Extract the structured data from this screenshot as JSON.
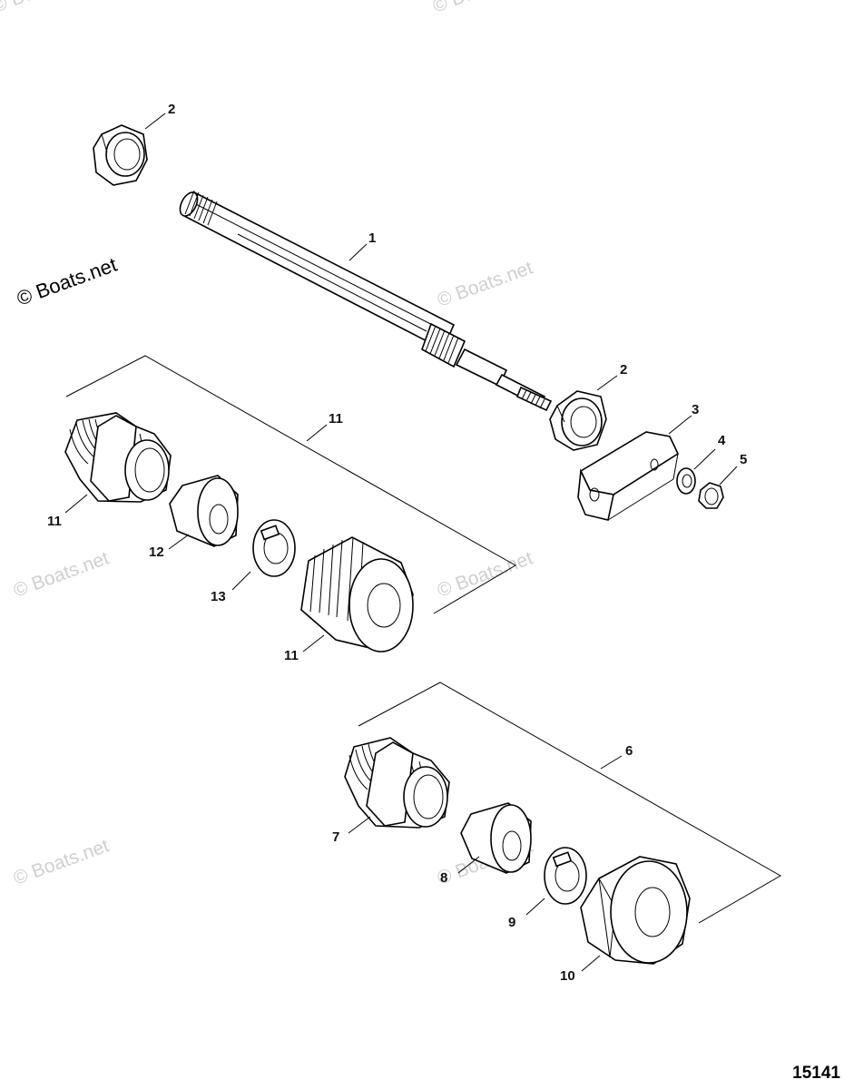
{
  "watermarks": {
    "main": "© Boats.net",
    "faint": "© Boats.net"
  },
  "diagram_code": "15141",
  "callouts": {
    "c1": "1",
    "c2a": "2",
    "c2b": "2",
    "c3": "3",
    "c4": "4",
    "c5": "5",
    "c6": "6",
    "c7": "7",
    "c8": "8",
    "c9": "9",
    "c10": "10",
    "c11_bracket": "11",
    "c11_fitting": "11",
    "c11_nut": "11",
    "c12": "12",
    "c13": "13"
  }
}
